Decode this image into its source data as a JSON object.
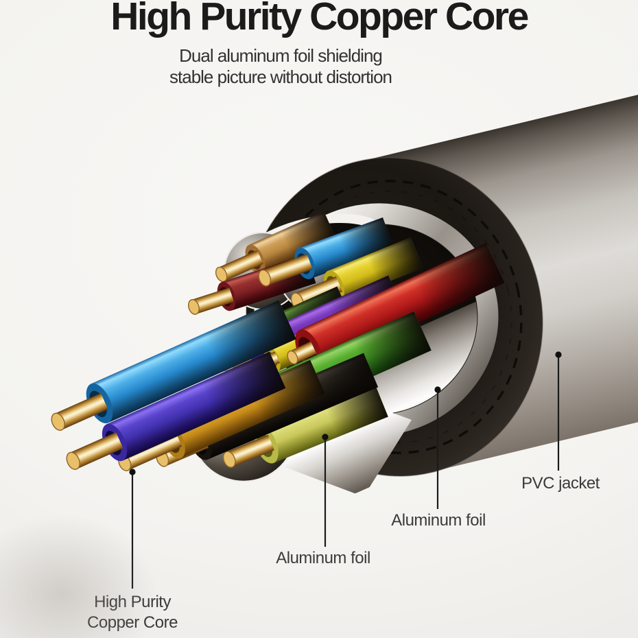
{
  "page": {
    "title": "High Purity Copper Core",
    "subtitle_line1": "Dual aluminum foil shielding",
    "subtitle_line2": "stable picture without distortion"
  },
  "callouts": {
    "pvc_jacket": "PVC jacket",
    "aluminum_foil_outer": "Aluminum foil",
    "aluminum_foil_inner": "Aluminum foil",
    "copper_core_line1": "High Purity",
    "copper_core_line2": "Copper Core"
  },
  "colors": {
    "background": "#f4f3f0",
    "title_text": "#1b1b1b",
    "subtitle_text": "#323232",
    "label_text": "#3a3a3a",
    "leader_line": "#1a1a1a",
    "pvc_jacket": "#1d1813",
    "cable_body": "#d2cfca",
    "aluminum_foil": "#e8e6e2",
    "copper": "#d9a84e"
  },
  "cable": {
    "wires": [
      {
        "name": "light-blue",
        "color": "#2688cc"
      },
      {
        "name": "violet",
        "color": "#4030ae"
      },
      {
        "name": "amber",
        "color": "#c68c1a"
      },
      {
        "name": "black",
        "color": "#211c16"
      },
      {
        "name": "green",
        "color": "#3f9022"
      },
      {
        "name": "yellow-green",
        "color": "#c8c85c"
      },
      {
        "name": "dark-green",
        "color": "#2c4c14"
      },
      {
        "name": "purple",
        "color": "#6028a0"
      },
      {
        "name": "yellow",
        "color": "#d2bc1a"
      },
      {
        "name": "red",
        "color": "#ac1818"
      },
      {
        "name": "maroon",
        "color": "#7e2024"
      },
      {
        "name": "tan",
        "color": "#b8863e"
      },
      {
        "name": "blue",
        "color": "#2688cc"
      }
    ]
  }
}
